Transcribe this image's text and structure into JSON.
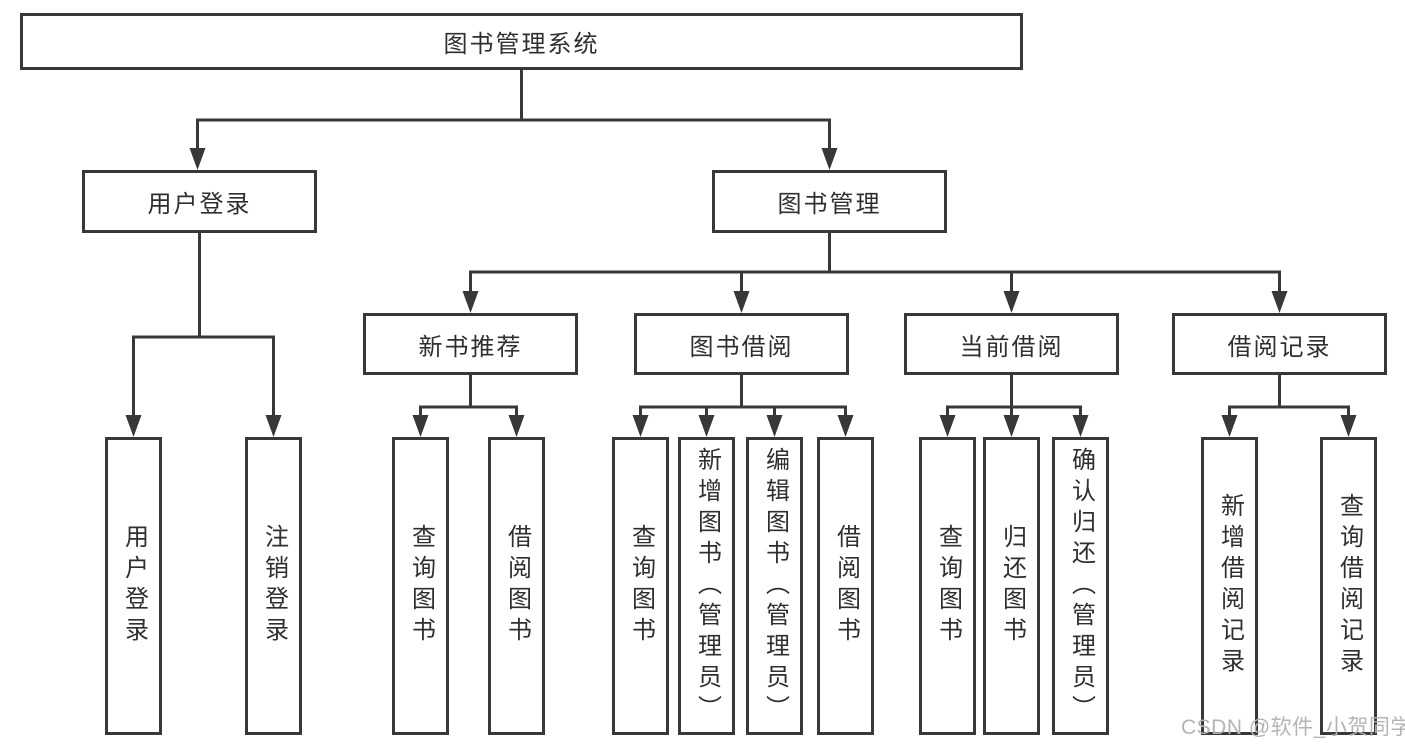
{
  "colors": {
    "line": "#383838",
    "box_border": "#383838",
    "text": "#2f2f2f",
    "watermark": "#b4b4b4",
    "background": "#ffffff"
  },
  "watermark": "CSDN @软件_小贺同学",
  "tree": {
    "label": "图书管理系统",
    "children": [
      {
        "label": "用户登录",
        "children": [
          {
            "label": "用户登录"
          },
          {
            "label": "注销登录"
          }
        ]
      },
      {
        "label": "图书管理",
        "children": [
          {
            "label": "新书推荐",
            "children": [
              {
                "label": "查询图书"
              },
              {
                "label": "借阅图书"
              }
            ]
          },
          {
            "label": "图书借阅",
            "children": [
              {
                "label": "查询图书"
              },
              {
                "label": "新增图书（管理员）"
              },
              {
                "label": "编辑图书（管理员）"
              },
              {
                "label": "借阅图书"
              }
            ]
          },
          {
            "label": "当前借阅",
            "children": [
              {
                "label": "查询图书"
              },
              {
                "label": "归还图书"
              },
              {
                "label": "确认归还（管理员）"
              }
            ]
          },
          {
            "label": "借阅记录",
            "children": [
              {
                "label": "新增借阅记录"
              },
              {
                "label": "查询借阅记录"
              }
            ]
          }
        ]
      }
    ]
  }
}
